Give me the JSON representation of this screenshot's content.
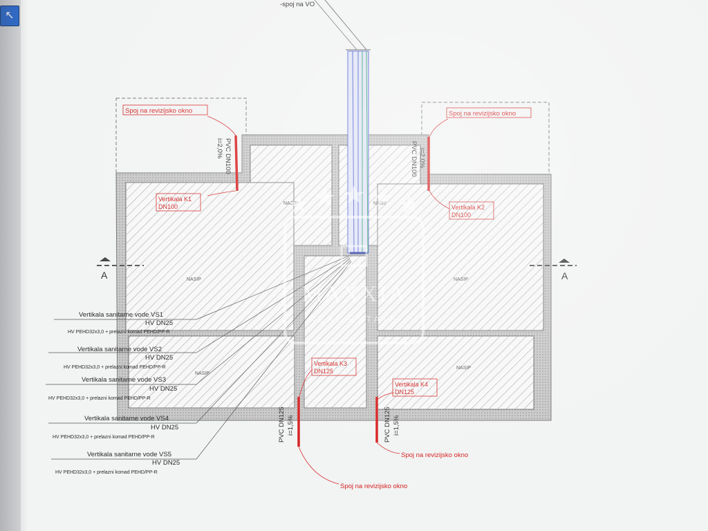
{
  "top_note": "-spoj na VO",
  "section": {
    "left": "A",
    "right": "A"
  },
  "revizijsko": {
    "left": "Spoj na revizijsko okno",
    "right": "Spoj na revizijsko okno",
    "bottom_left": "Spoj na revizijsko okno",
    "bottom_right": "Spoj na revizijsko okno"
  },
  "pipes": {
    "left": {
      "slope": "i=2,0%",
      "name": "PVC DN100"
    },
    "right": {
      "slope": "i=2,0%",
      "name": "PVC DN100"
    },
    "bottom_left": {
      "name": "PVC DN125",
      "slope": "i=1,5%"
    },
    "bottom_right": {
      "name": "PVC DN125",
      "slope": "i=1,5%"
    }
  },
  "verticals": {
    "k1": {
      "name": "Vertikala K1",
      "dn": "DN100"
    },
    "k2": {
      "name": "Vertikala K2",
      "dn": "DN100"
    },
    "k3": {
      "name": "Vertikala K3",
      "dn": "DN125"
    },
    "k4": {
      "name": "Vertikala K4",
      "dn": "DN125"
    }
  },
  "rooms": {
    "nasip_top": "NASIP",
    "nasip_top_right": "NASIP",
    "nasip_left": "NASIP",
    "nasip_right": "NASIP",
    "nasip_bottom_left": "NASIP",
    "nasip_bottom_right": "NASIP"
  },
  "sanitary": [
    {
      "title": "Vertikala sanitarne vode VS1",
      "dn": "HV DN25",
      "spec": "HV PEHD32x3,0 + prelazni komad PEHD/PP-R"
    },
    {
      "title": "Vertikala sanitarne vode VS2",
      "dn": "HV DN25",
      "spec": "HV PEHD32x3,0 + prelazni komad PEHD/PP-R"
    },
    {
      "title": "Vertikala sanitarne vode VS3",
      "dn": "HV DN25",
      "spec": "HV PEHD32x3,0 + prelazni komad PEHD/PP-R"
    },
    {
      "title": "Vertikala sanitarne vode VS4",
      "dn": "HV DN25",
      "spec": "HV PEHD32x3,0 + prelazni komad PEHD/PP-R"
    },
    {
      "title": "Vertikala sanitarne vode VS5",
      "dn": "HV DN25",
      "spec": "HV PEHD32x3,0 + prelazni komad PEHD/PP-R"
    }
  ],
  "watermark": {
    "brand": "MAXXIA",
    "sub": "REAL ESTATE"
  },
  "colors": {
    "wall": "#8e8e8e",
    "red": "#d62020",
    "blue_pipe": "#4b5fd0",
    "green_pipe": "#2aa36a"
  }
}
